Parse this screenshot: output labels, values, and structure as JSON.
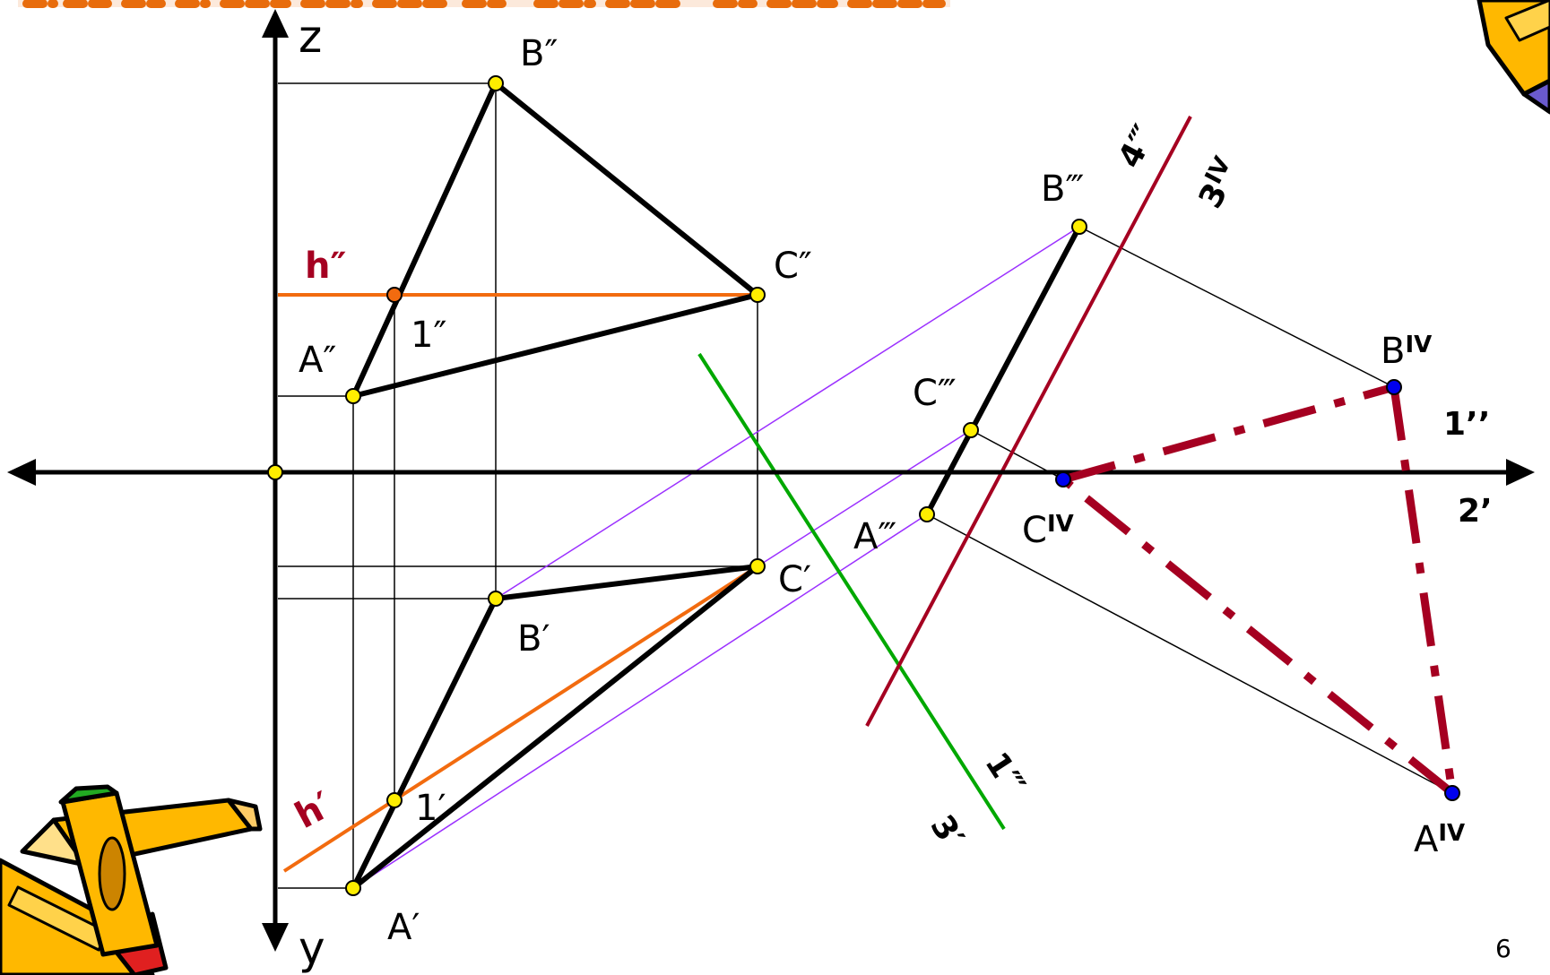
{
  "axis_labels": {
    "z": "z",
    "y": "y"
  },
  "points": {
    "B2": "B″",
    "C2": "C″",
    "A2": "A″",
    "p1_2": "1″",
    "C1": "C′",
    "B1": "B′",
    "A1": "A′",
    "p1_1": "1′",
    "B3": "B‴",
    "C3": "C‴",
    "A3": "A‴",
    "B4": "B",
    "C4": "C",
    "A4": "A",
    "sup4": "IV"
  },
  "lines": {
    "h2": "h″",
    "h1": "h′",
    "l4_3": "4‴",
    "l3_4": "3",
    "l3_4_sup": "IV",
    "l1_3": "1‴",
    "l3_1": "3′",
    "l1_2": "1’’",
    "l2_1": "2’"
  },
  "page_number": "6",
  "colors": {
    "construction": "#000000",
    "horizontal_h": "#f26b0f",
    "projection_links": "#9b30ff",
    "axis_x1_3": "#00a800",
    "axis_x3_4": "#a50021",
    "true_shape": "#a50021",
    "point_yellow": "#ffee00",
    "point_orange": "#f26b0f",
    "point_blue": "#0000ee"
  }
}
